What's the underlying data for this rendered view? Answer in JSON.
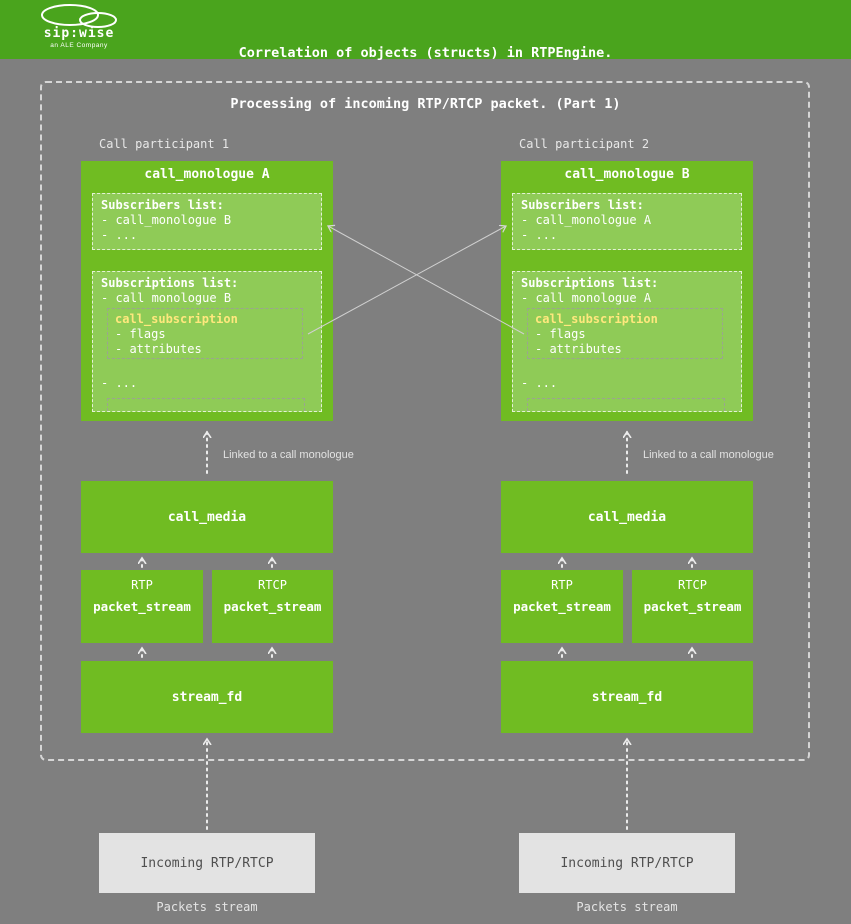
{
  "colors": {
    "background": "#7f7f7f",
    "header_green": "#4aa41d",
    "box_green": "#70bc22",
    "panel_green": "#8fcb57",
    "subscription_title_yellow": "#ffe87d",
    "incoming_box_bg": "#e3e3e3"
  },
  "header": {
    "title_line1": "Correlation of objects (structs) in RTPEngine.",
    "title_line2": "Processing of incoming RTP/RTCP packet. (Part 1)",
    "logo_brand": "sip:wise",
    "logo_sub": "an ALE Company"
  },
  "participants": [
    {
      "label": "Call participant 1",
      "monologue_title": "call_monologue A",
      "subscribers_title": "Subscribers list:",
      "subscribers_items": [
        "- call_monologue B",
        "- ..."
      ],
      "subscriptions_title": "Subscriptions list:",
      "subscriptions_item": "- call monologue B",
      "subscription_title": "call_subscription",
      "subscription_items": [
        "- flags",
        "- attributes"
      ],
      "subscriptions_more": "- ...",
      "linked_label": "Linked to a call monologue",
      "call_media": "call_media",
      "streams": [
        {
          "proto": "RTP",
          "name": "packet_stream"
        },
        {
          "proto": "RTCP",
          "name": "packet_stream"
        }
      ],
      "stream_fd": "stream_fd",
      "incoming": "Incoming RTP/RTCP",
      "packets_label": "Packets stream"
    },
    {
      "label": "Call participant 2",
      "monologue_title": "call_monologue B",
      "subscribers_title": "Subscribers list:",
      "subscribers_items": [
        "- call_monologue A",
        "- ..."
      ],
      "subscriptions_title": "Subscriptions list:",
      "subscriptions_item": "- call monologue A",
      "subscription_title": "call_subscription",
      "subscription_items": [
        "- flags",
        "- attributes"
      ],
      "subscriptions_more": "- ...",
      "linked_label": "Linked to a call monologue",
      "call_media": "call_media",
      "streams": [
        {
          "proto": "RTP",
          "name": "packet_stream"
        },
        {
          "proto": "RTCP",
          "name": "packet_stream"
        }
      ],
      "stream_fd": "stream_fd",
      "incoming": "Incoming RTP/RTCP",
      "packets_label": "Packets stream"
    }
  ]
}
